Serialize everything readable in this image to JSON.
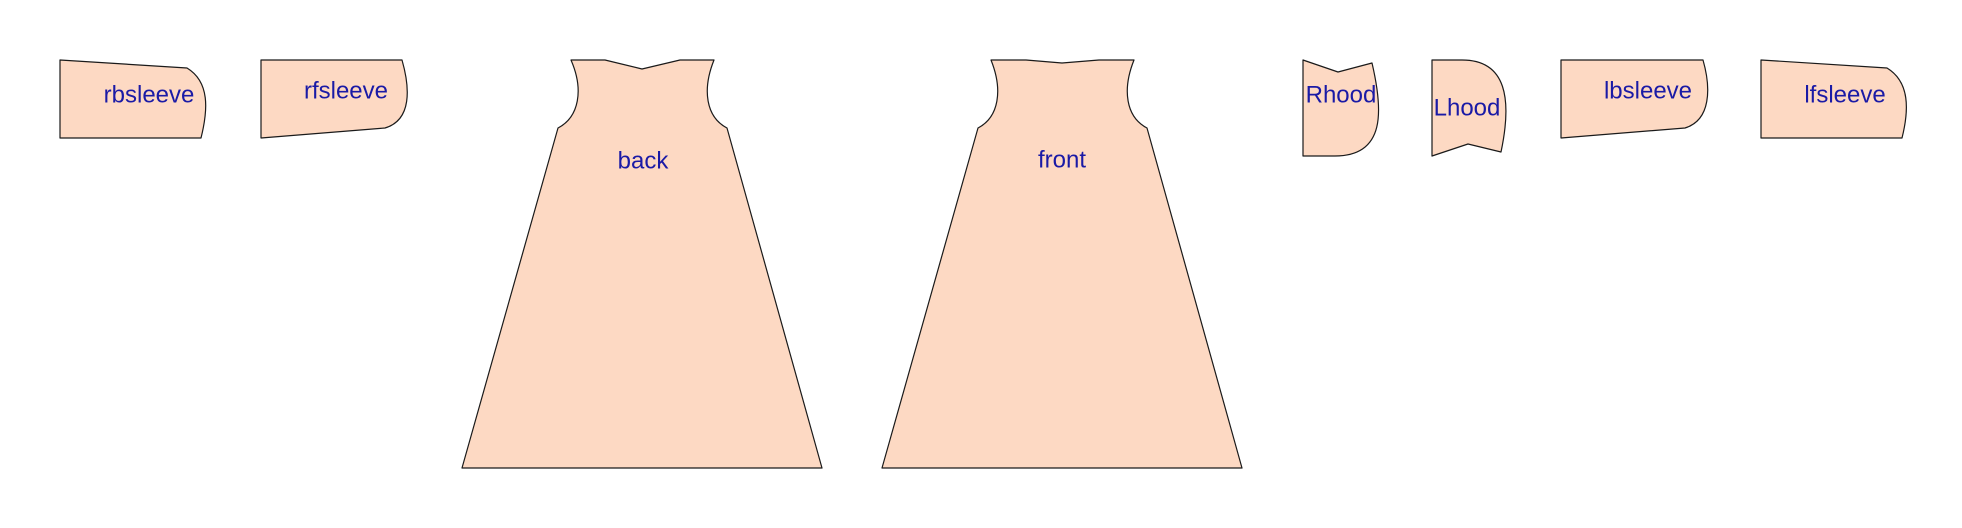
{
  "pattern": {
    "fill_color": "#fdd9c3",
    "stroke_color": "#1a1a1a",
    "label_color": "#1a1aa6",
    "pieces": [
      {
        "id": "rbsleeve",
        "label": "rbsleeve"
      },
      {
        "id": "rfsleeve",
        "label": "rfsleeve"
      },
      {
        "id": "back",
        "label": "back"
      },
      {
        "id": "front",
        "label": "front"
      },
      {
        "id": "rhood",
        "label": "Rhood"
      },
      {
        "id": "lhood",
        "label": "Lhood"
      },
      {
        "id": "lbsleeve",
        "label": "lbsleeve"
      },
      {
        "id": "lfsleeve",
        "label": "lfsleeve"
      }
    ]
  }
}
